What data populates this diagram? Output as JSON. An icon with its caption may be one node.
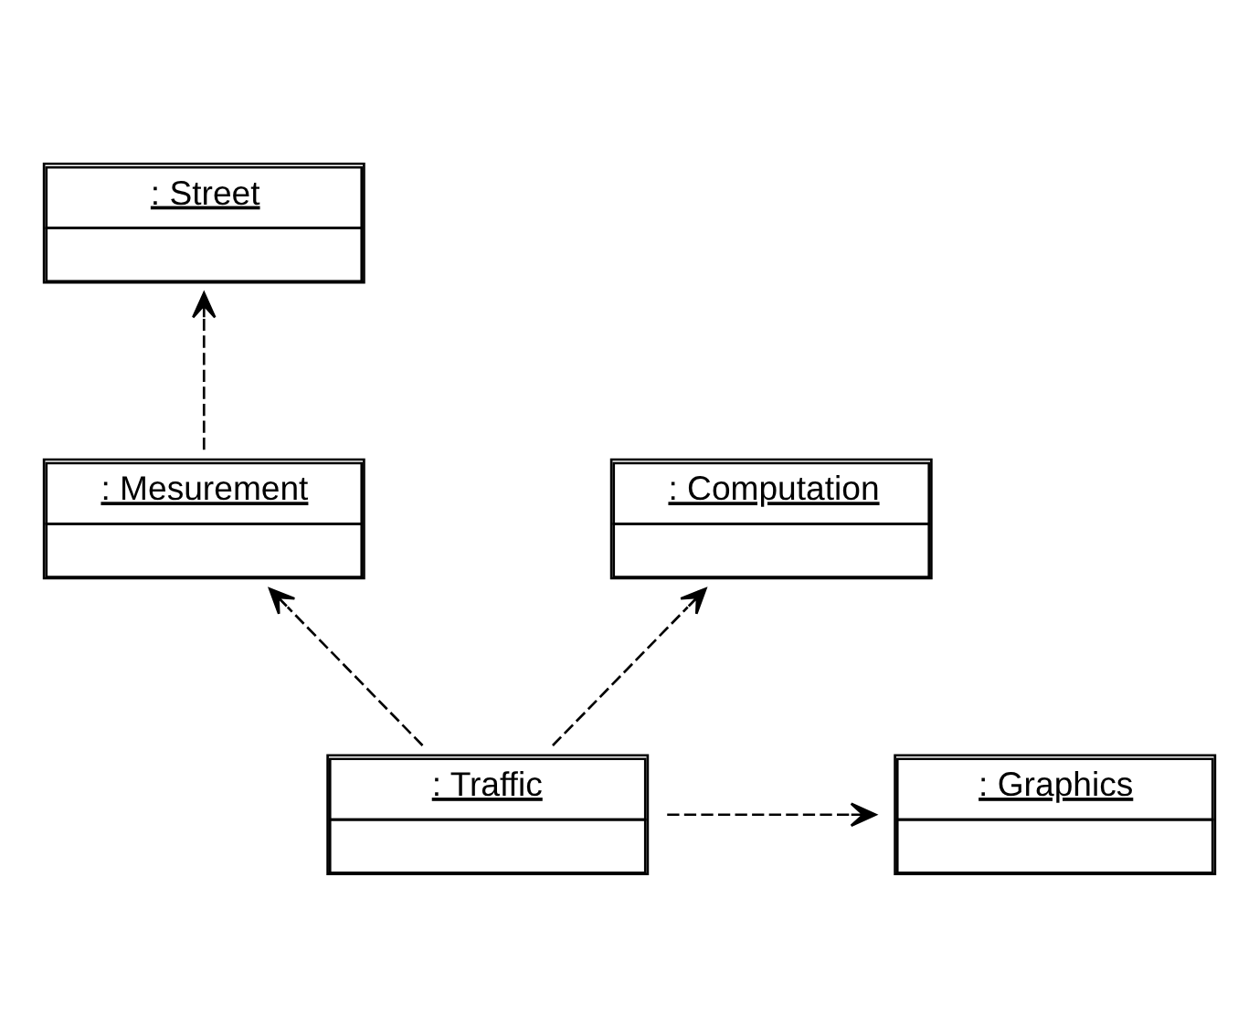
{
  "diagram": {
    "nodes": [
      {
        "text": [
          ": Street"
        ]
      },
      {
        "text": [
          ": Mesurement"
        ]
      },
      {
        "text": [
          ": Traffic"
        ]
      },
      {
        "text": [
          ": Computation"
        ]
      },
      {
        "text": [
          ": Graphics"
        ]
      }
    ],
    "edges": [
      {
        "from": 1,
        "to": 0,
        "arrow": "to",
        "style": "dashed"
      },
      {
        "from": 2,
        "to": 1,
        "arrow": "to",
        "style": "dashed"
      },
      {
        "from": 2,
        "to": 3,
        "arrow": "to",
        "style": "dashed"
      },
      {
        "from": 2,
        "to": 4,
        "arrow": "to",
        "style": "dashed"
      }
    ]
  }
}
